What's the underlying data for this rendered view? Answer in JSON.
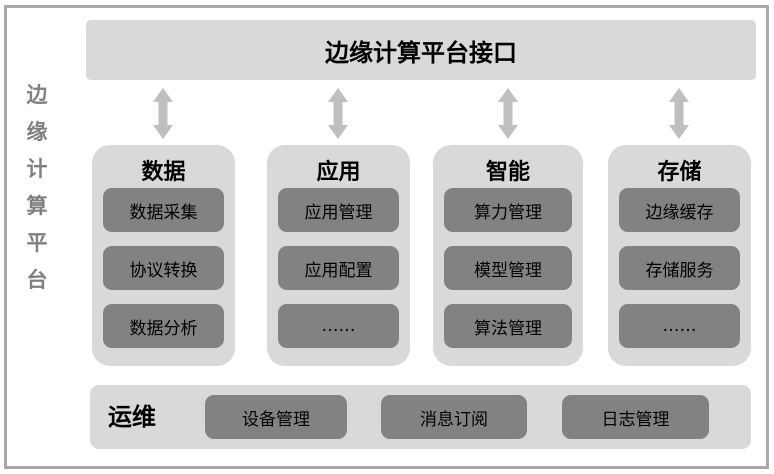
{
  "side_label": {
    "text": "边缘计算平台",
    "chars": [
      "边",
      "缘",
      "计",
      "算",
      "平",
      "台"
    ]
  },
  "header": {
    "title": "边缘计算平台接口"
  },
  "arrows": {
    "icon": "double-vertical-arrow",
    "count": 4
  },
  "columns": [
    {
      "title": "数据",
      "items": [
        "数据采集",
        "协议转换",
        "数据分析"
      ]
    },
    {
      "title": "应用",
      "items": [
        "应用管理",
        "应用配置",
        "……"
      ]
    },
    {
      "title": "智能",
      "items": [
        "算力管理",
        "模型管理",
        "算法管理"
      ]
    },
    {
      "title": "存储",
      "items": [
        "边缘缓存",
        "存储服务",
        "……"
      ]
    }
  ],
  "bottom": {
    "title": "运维",
    "items": [
      "设备管理",
      "消息订阅",
      "日志管理"
    ]
  },
  "colors": {
    "container_fill": "#d9d9d9",
    "module_fill": "#828282",
    "arrow_fill": "#bfbfbf",
    "border": "#a9a9a9",
    "side_label_text": "#808080",
    "text": "#000000",
    "background": "#ffffff"
  }
}
